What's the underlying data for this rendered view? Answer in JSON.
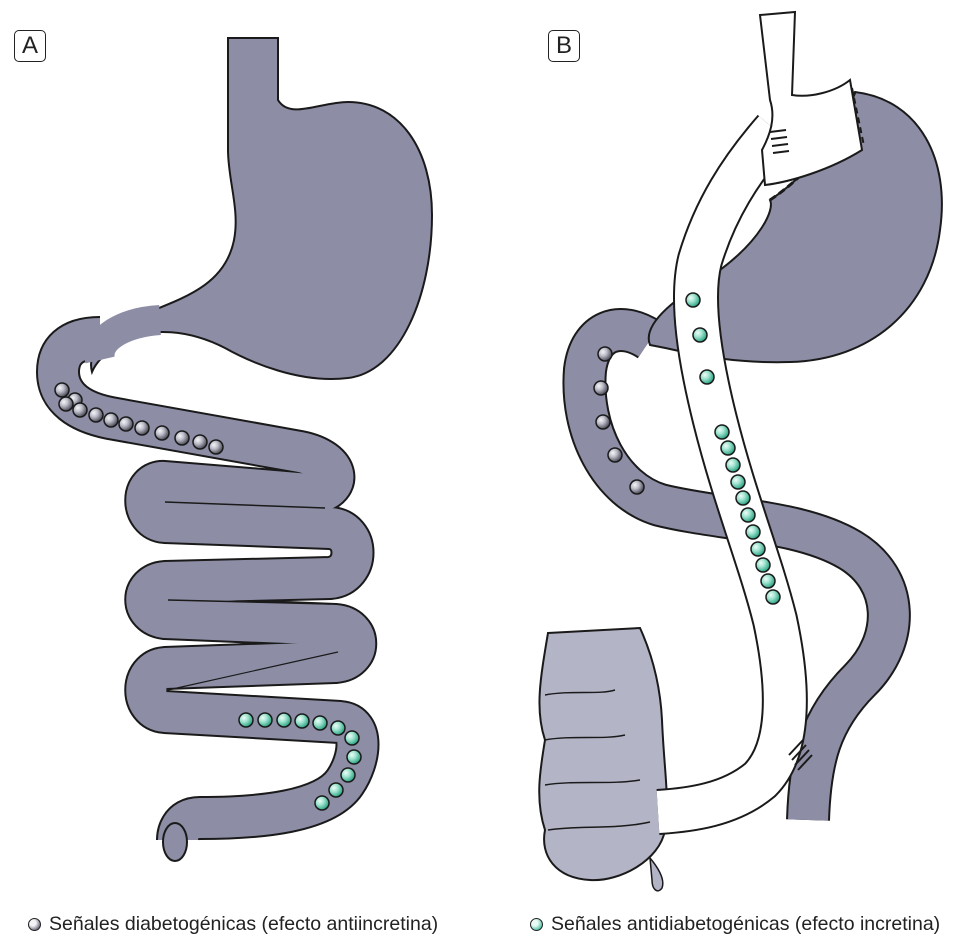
{
  "panels": {
    "a": {
      "label": "A"
    },
    "b": {
      "label": "B"
    }
  },
  "legend": {
    "diabetogenic": "Señales diabetogénicas (efecto antiincretina)",
    "antidiabetogenic": "Señales antidiabetogénicas (efecto incretina)"
  },
  "colors": {
    "tissue": "#8d8ea6",
    "outline": "#1a1a1a",
    "colon": "#b3b4c6",
    "dark_signal": "#6f6f80",
    "teal_signal": "#4fc2a6"
  }
}
